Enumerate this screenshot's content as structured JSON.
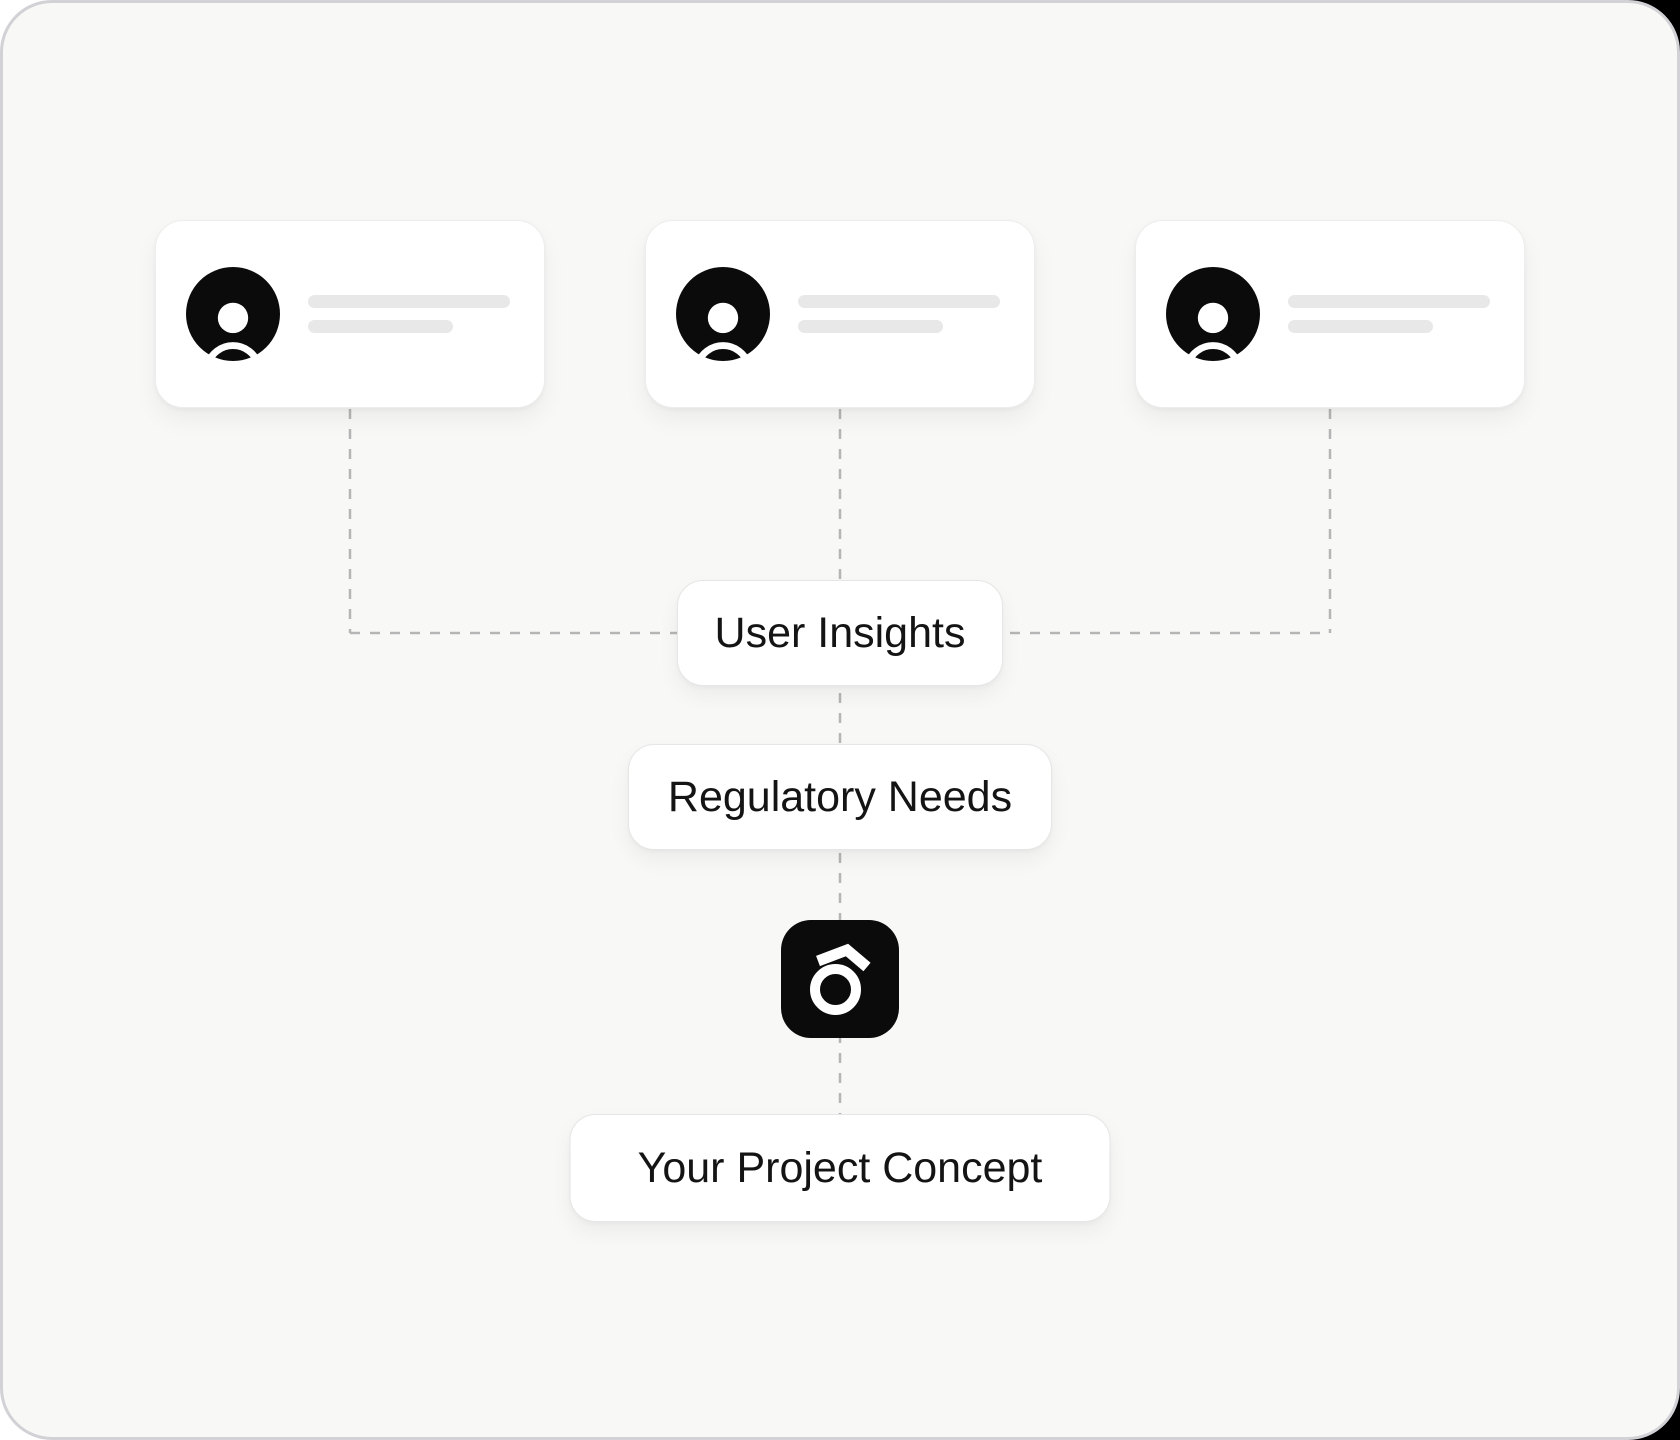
{
  "labels": {
    "user_insights": "User Insights",
    "regulatory_needs": "Regulatory Needs",
    "project_concept": "Your Project Concept"
  },
  "diagram": {
    "type": "flow",
    "nodes": [
      {
        "id": "user-card-1",
        "kind": "user-card",
        "icon": "user-circle-icon",
        "text": ""
      },
      {
        "id": "user-card-2",
        "kind": "user-card",
        "icon": "user-circle-icon",
        "text": ""
      },
      {
        "id": "user-card-3",
        "kind": "user-card",
        "icon": "user-circle-icon",
        "text": ""
      },
      {
        "id": "user-insights",
        "kind": "label-pill",
        "text": "User Insights"
      },
      {
        "id": "regulatory-needs",
        "kind": "label-pill",
        "text": "Regulatory Needs"
      },
      {
        "id": "brand-logo",
        "kind": "logo-tile",
        "icon": "ring-chevron-brand-icon",
        "text": ""
      },
      {
        "id": "project-concept",
        "kind": "label-pill",
        "text": "Your Project Concept"
      }
    ],
    "edges": [
      {
        "from": "user-card-1",
        "to": "user-insights",
        "style": "dashed"
      },
      {
        "from": "user-card-2",
        "to": "user-insights",
        "style": "dashed"
      },
      {
        "from": "user-card-3",
        "to": "user-insights",
        "style": "dashed"
      },
      {
        "from": "user-insights",
        "to": "regulatory-needs",
        "style": "dashed"
      },
      {
        "from": "regulatory-needs",
        "to": "brand-logo",
        "style": "dashed"
      },
      {
        "from": "brand-logo",
        "to": "project-concept",
        "style": "dashed"
      }
    ]
  },
  "colors": {
    "surface": "#f8f8f7",
    "surface_border": "#d2d2d6",
    "card_bg": "#ffffff",
    "card_border": "#ededed",
    "placeholder_bar": "#e8e8e8",
    "dash_line": "#b5b5b5",
    "ink_black": "#0b0b0b",
    "pill_text": "#141414",
    "backdrop_dark": "#000000"
  }
}
